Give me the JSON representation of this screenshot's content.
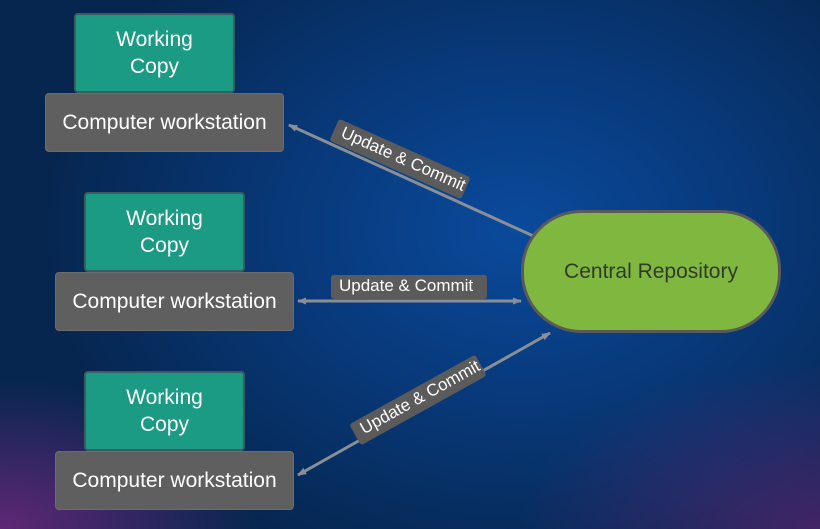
{
  "diagram": {
    "workstations": [
      {
        "working_copy": "Working\nCopy",
        "computer": "Computer workstation"
      },
      {
        "working_copy": "Working\nCopy",
        "computer": "Computer workstation"
      },
      {
        "working_copy": "Working\nCopy",
        "computer": "Computer workstation"
      }
    ],
    "central_repository": "Central Repository",
    "connections": [
      {
        "label": "Update & Commit"
      },
      {
        "label": "Update & Commit"
      },
      {
        "label": "Update & Commit"
      }
    ]
  },
  "colors": {
    "working_copy_fill": "#1b9a84",
    "workstation_fill": "#5f5f5f",
    "repository_fill": "#80b73e",
    "connector": "#8a8f96",
    "background": "#083a7c"
  }
}
